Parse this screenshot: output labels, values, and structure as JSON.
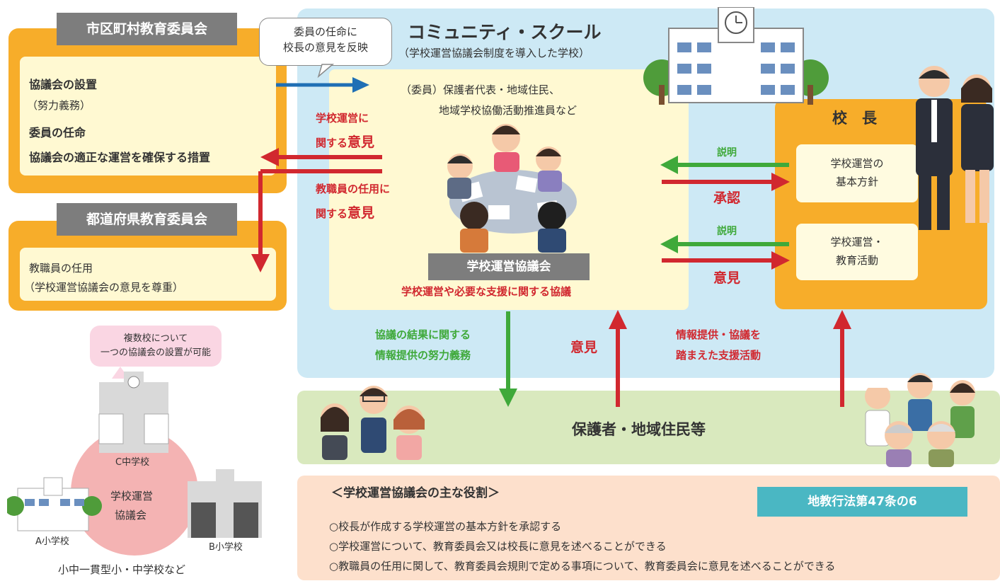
{
  "municipal": {
    "header": "市区町村教育委員会",
    "line1": "協議会の設置",
    "line2": "（努力義務）",
    "line3": "委員の任命",
    "line4": "協議会の適正な運営を確保する措置"
  },
  "prefectural": {
    "header": "都道府県教育委員会",
    "line1": "教職員の任用",
    "line2": "（学校運営協議会の意見を尊重）"
  },
  "callout_top": {
    "line1": "委員の任命に",
    "line2": "校長の意見を反映"
  },
  "school": {
    "title": "コミュニティ・スクール",
    "subtitle": "（学校運営協議会制度を導入した学校）",
    "members_line1": "（委員）保護者代表・地域住民、",
    "members_line2": "地域学校協働活動推進員など",
    "council_label": "学校運営協議会",
    "council_sub": "学校運営や必要な支援に関する協議"
  },
  "left_opinions": {
    "op1_line1": "学校運営に",
    "op1_pre": "関する",
    "op1_em": "意見",
    "op2_line1": "教職員の任用に",
    "op2_pre": "関する",
    "op2_em": "意見"
  },
  "principal": {
    "title": "校　長",
    "box1_line1": "学校運営の",
    "box1_line2": "基本方針",
    "box2_line1": "学校運営・",
    "box2_line2": "教育活動",
    "explain1": "説明",
    "approve": "承認",
    "explain2": "説明",
    "opinion": "意見"
  },
  "bottom_flows": {
    "green_line1": "協議の結果に関する",
    "green_line2": "情報提供の努力義務",
    "red_mid": "意見",
    "red_right_line1": "情報提供・協議を",
    "red_right_line2": "踏まえた支援活動"
  },
  "community": {
    "label": "保護者・地域住民等"
  },
  "multi_school": {
    "bubble_line1": "複数校について",
    "bubble_line2": "一つの協議会の設置が可能",
    "c_school": "C中学校",
    "council_line1": "学校運営",
    "council_line2": "協議会",
    "a_school": "A小学校",
    "b_school": "B小学校",
    "caption": "小中一貫型小・中学校など"
  },
  "roles": {
    "title": "＜学校運営協議会の主な役割＞",
    "law": "地教行法第47条の6",
    "item1": "○校長が作成する学校運営の基本方針を承認する",
    "item2": "○学校運営について、教育委員会又は校長に意見を述べることができる",
    "item3": "○教職員の任用に関して、教育委員会規則で定める事項について、教育委員会に意見を述べることができる"
  },
  "colors": {
    "orange": "#f7ad2a",
    "sky": "#cde9f5",
    "cream": "#fff9d2",
    "red": "#d1282f",
    "green": "#3fa93a",
    "blue": "#1f6fb5",
    "teal": "#4ab7c3"
  }
}
